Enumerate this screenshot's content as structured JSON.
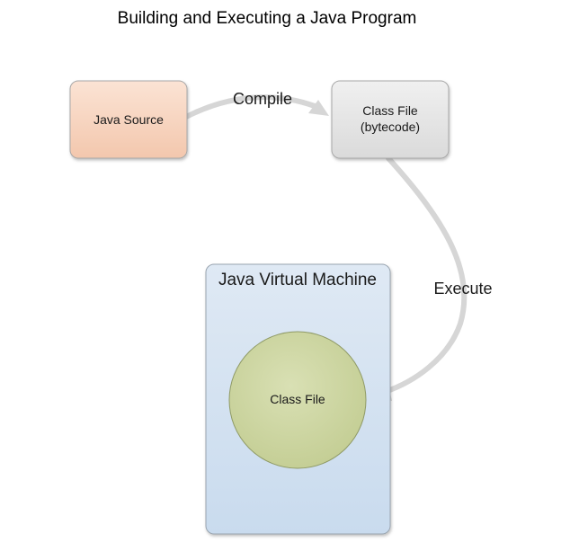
{
  "diagram": {
    "title": "Building and Executing a Java Program",
    "nodes": {
      "java_source": {
        "label": "Java Source",
        "fill": "#f8d7c4"
      },
      "class_file_bytecode": {
        "label_line1": "Class File",
        "label_line2": "(bytecode)",
        "fill": "#e6e6e6"
      },
      "jvm": {
        "label": "Java Virtual Machine",
        "fill": "#d4e3f1"
      },
      "class_file_in_jvm": {
        "label": "Class File",
        "fill": "#cdd6a4"
      }
    },
    "edges": {
      "compile": {
        "label": "Compile",
        "from": "Java Source",
        "to": "Class File (bytecode)"
      },
      "execute": {
        "label": "Execute",
        "from": "Class File (bytecode)",
        "to": "Class File"
      }
    },
    "arrow_color": "#d4d4d4"
  }
}
